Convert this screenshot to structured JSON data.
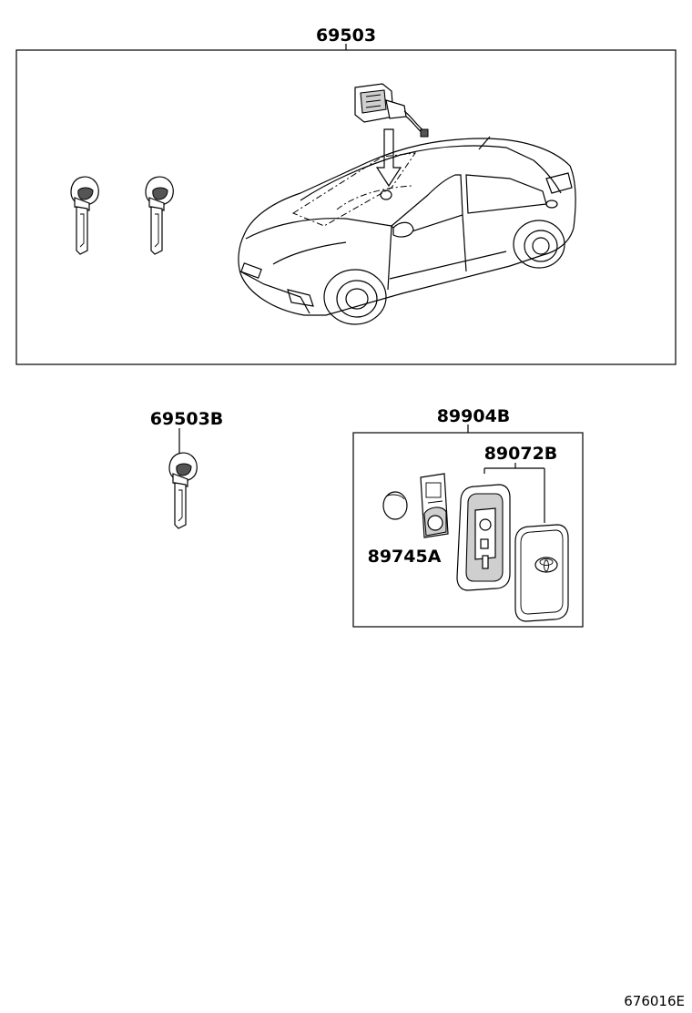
{
  "labels": {
    "kit_top": "69503",
    "key_single": "69503B",
    "smart_key_assy": "89904B",
    "case_pair": "89072B",
    "battery": "89745A",
    "figure_id": "676016E"
  },
  "icons": {
    "key": "mechanical-key-icon",
    "car": "car-illustration",
    "lock_cylinder": "lock-cylinder-icon",
    "smart_key_case": "smart-key-case-icon",
    "battery": "coin-battery-icon",
    "circuit_board": "circuit-board-icon"
  }
}
